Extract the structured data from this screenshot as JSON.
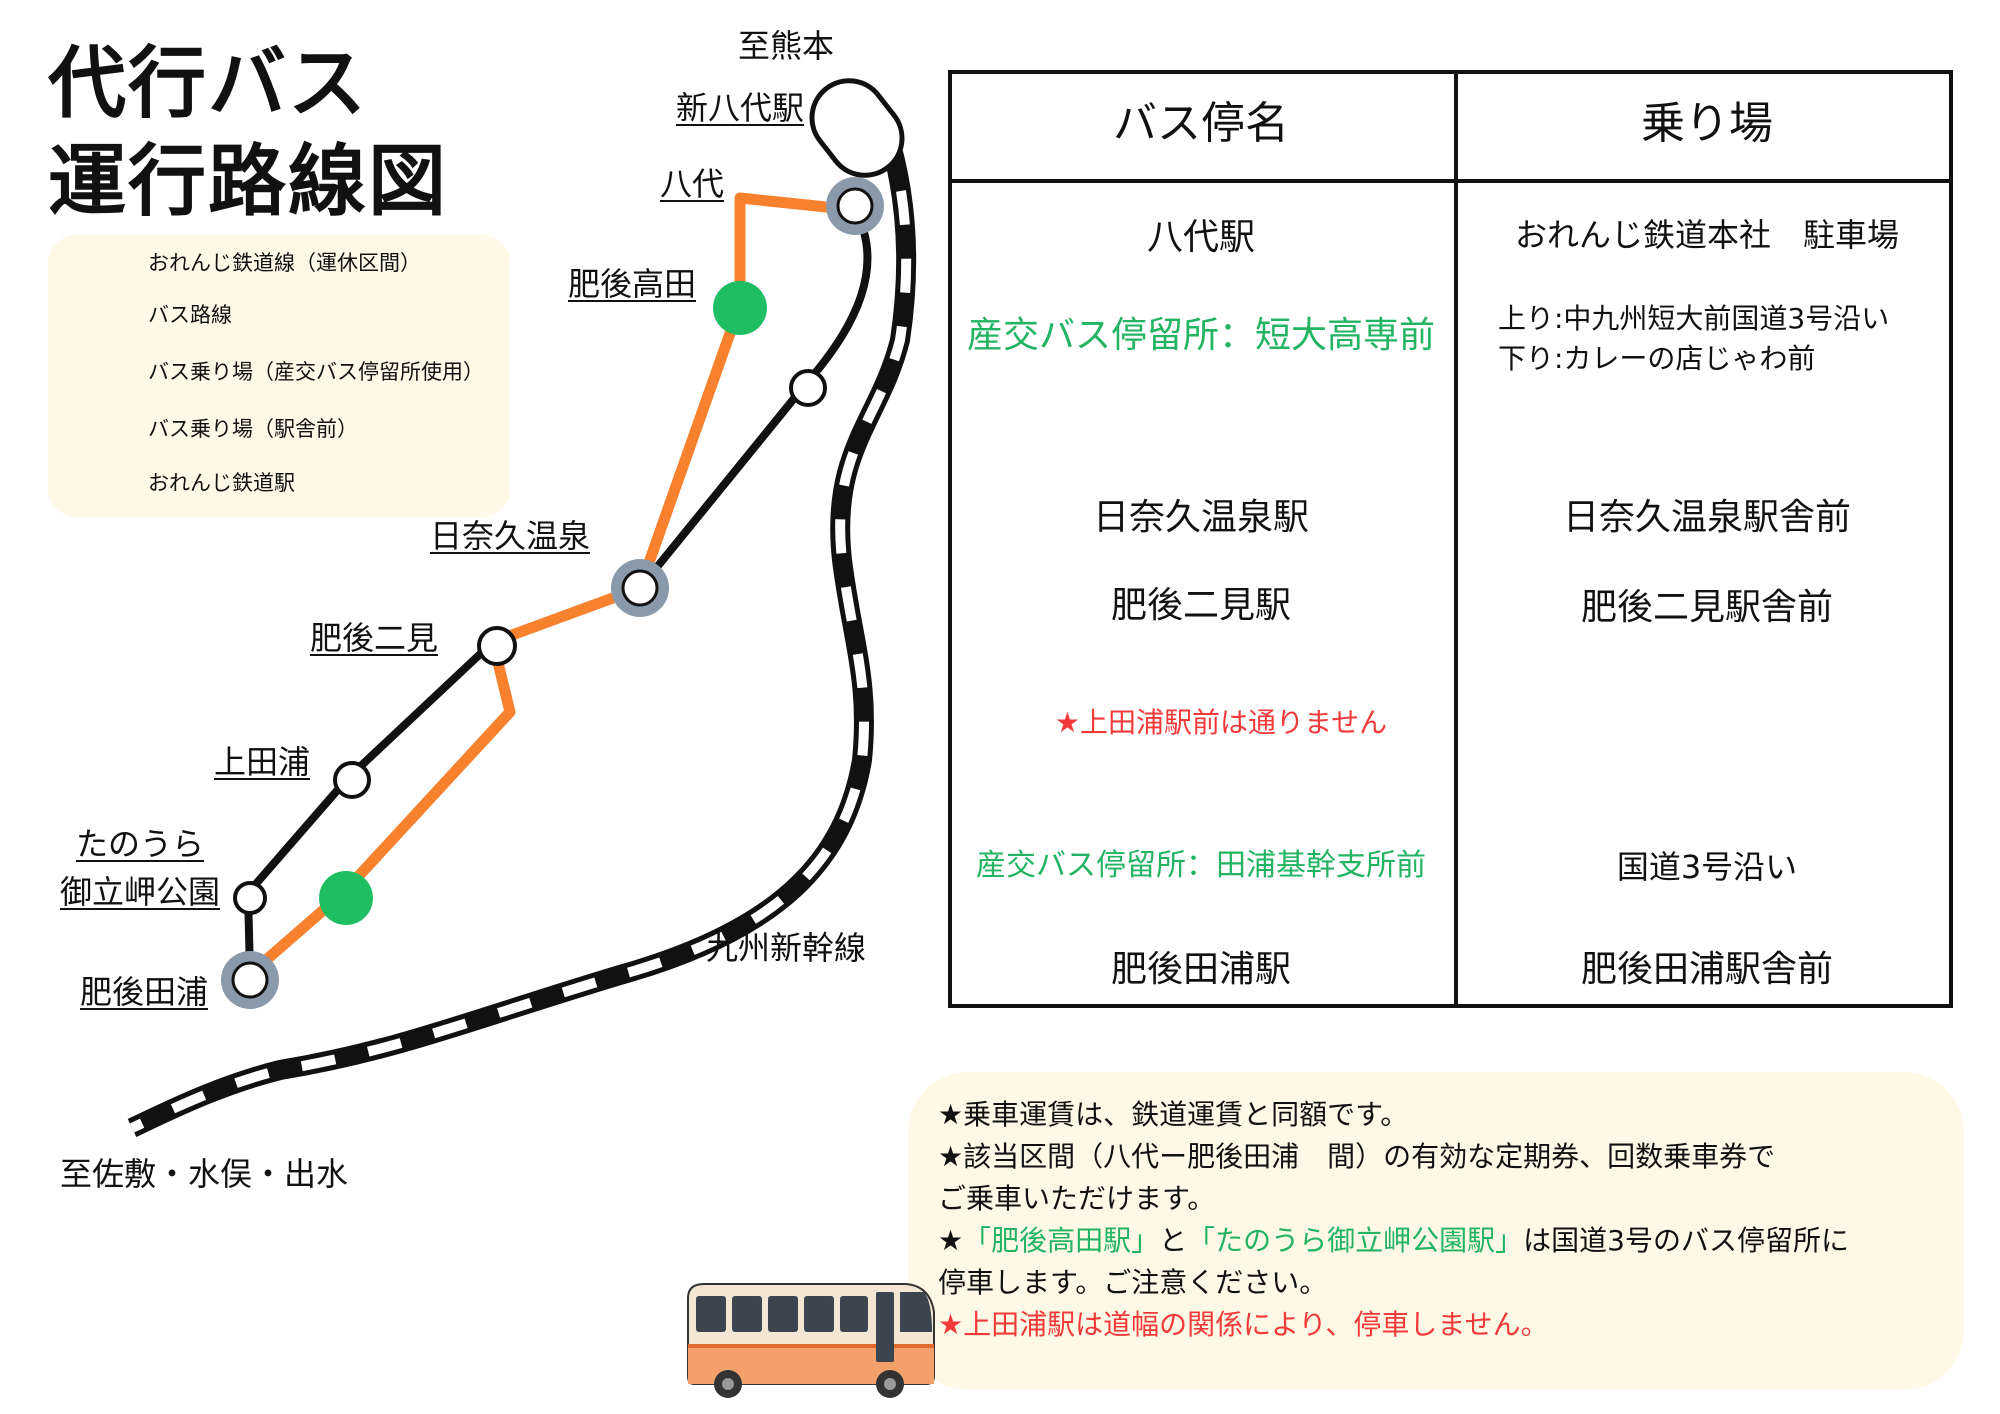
{
  "title": {
    "line1": "代行バス",
    "line2": "運行路線図"
  },
  "directions": {
    "north": "至熊本",
    "south": "至佐敷・水俣・出水"
  },
  "line_labels": {
    "shinkansen": "九州新幹線"
  },
  "stations": {
    "shin_yatsushiro": "新八代駅",
    "yatsushiro": "八代",
    "higo_takada": "肥後高田",
    "hinagu_onsen": "日奈久温泉",
    "higo_futami": "肥後二見",
    "kami_taura": "上田浦",
    "tanoura_line1": "たのうら",
    "tanoura_line2": "御立岬公園",
    "higo_taura": "肥後田浦"
  },
  "legend": {
    "railway": "おれんじ鉄道線（運休区間）",
    "bus_route": "バス路線",
    "stop_sanko": "バス乗り場（産交バス停留所使用）",
    "stop_station": "バス乗り場（駅舎前）",
    "orange_station": "おれんじ鉄道駅"
  },
  "table": {
    "header_stop": "バス停名",
    "header_platform": "乗り場",
    "rows": [
      {
        "stop": "八代駅",
        "platform": "おれんじ鉄道本社　駐車場"
      },
      {
        "stop": "産交バス停留所：短大高専前",
        "platform_line1": "上り:中九州短大前国道3号沿い",
        "platform_line2": "下り:カレーの店じゃわ前"
      },
      {
        "stop": "日奈久温泉駅",
        "platform": "日奈久温泉駅舎前"
      },
      {
        "stop": "肥後二見駅",
        "platform": "肥後二見駅舎前"
      },
      {
        "stop": "★上田浦駅前は通りません"
      },
      {
        "stop": "産交バス停留所：田浦基幹支所前",
        "platform": "国道3号沿い"
      },
      {
        "stop": "肥後田浦駅",
        "platform": "肥後田浦駅舎前"
      }
    ]
  },
  "notes": {
    "n1": "★乗車運賃は、鉄道運賃と同額です。",
    "n2a": "★該当区間（八代ー肥後田浦　間）の有効な定期券、回数乗車券で",
    "n2b": "ご乗車いただけます。",
    "n3_star": "★",
    "n3_q1": "「肥後高田駅」",
    "n3_and": "と",
    "n3_q2": "「たのうら御立岬公園駅」",
    "n3_rest": "は国道3号のバス停留所に",
    "n3b": "停車します。ご注意ください。",
    "n4": "★上田浦駅は道幅の関係により、停車しません。"
  },
  "colors": {
    "rail": "#111111",
    "bus_route": "#f8812e",
    "stop_sanko": "#1fbe62",
    "stop_station": "#8a9aab",
    "green_text": "#22b462",
    "red_text": "#f23a3a",
    "legend_bg": "#fdf9e6"
  }
}
